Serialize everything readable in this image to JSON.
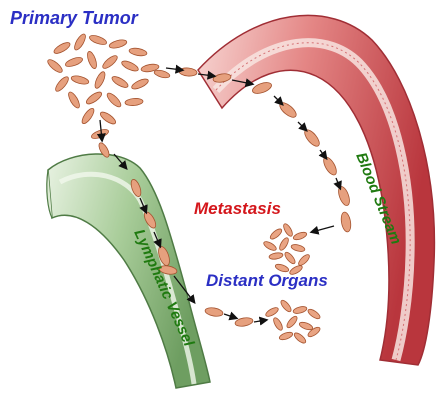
{
  "labels": {
    "primary_tumor": "Primary Tumor",
    "blood_stream": "Blood Stream",
    "metastasis": "Metastasis",
    "lymphatic_vessel": "Lymphatic Vessel",
    "distant_organs": "Distant Organs"
  },
  "colors": {
    "blue_label": "#2b2fc4",
    "red_label": "#d4161b",
    "green_label": "#1f7a10",
    "vessel_red": "#d7565c",
    "vessel_pink": "#f3c9c9",
    "vessel_green": "#b5d3a8",
    "cell_fill": "#e6a07e",
    "cell_edge": "#a4532f"
  }
}
